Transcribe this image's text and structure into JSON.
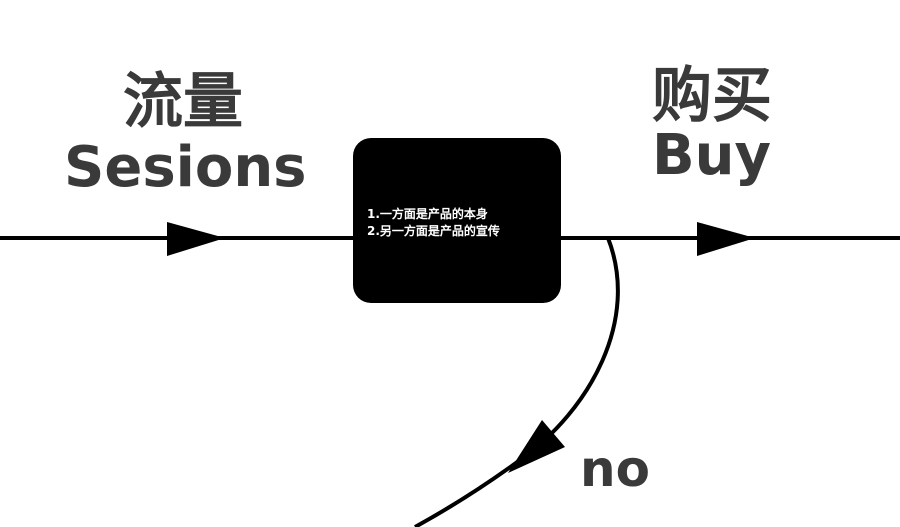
{
  "labels": {
    "traffic_cn": "流量",
    "traffic_en": "Sesions",
    "buy_cn": "购买",
    "buy_en": "Buy",
    "no": "no"
  },
  "process_box": {
    "lines": [
      "1.一方面是产品的本身",
      "2.另一方面是产品的宣传"
    ]
  },
  "colors": {
    "line": "#000000",
    "box": "#000000",
    "text": "#3a3a3a",
    "box_text": "#ffffff"
  }
}
